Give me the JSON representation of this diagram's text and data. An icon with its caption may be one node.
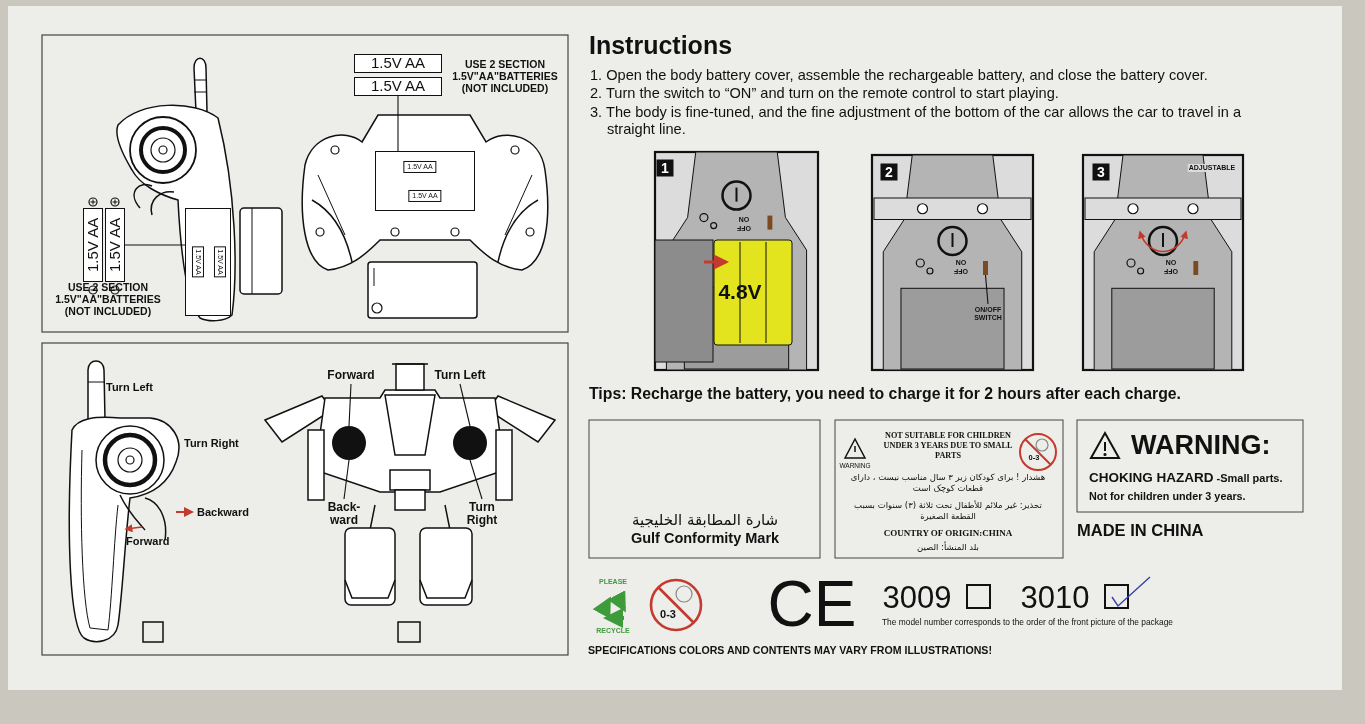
{
  "diagram": {
    "title": "Instructions",
    "nodes": [
      {
        "text": [
          "1.5V AA"
        ]
      },
      {
        "text": [
          "1.5V AA"
        ]
      },
      {
        "text": [],
        "shape": "box"
      },
      {
        "text": [
          "1.5V AA"
        ]
      },
      {
        "text": [
          "1.5V AA"
        ]
      },
      {
        "text": [],
        "shape": "box"
      },
      {
        "text": [
          "ON/OFF SWITCH"
        ]
      },
      {
        "text": [
          "Forward"
        ]
      },
      {
        "text": [
          "Turn Left"
        ]
      },
      {
        "text": [],
        "shape": "circle"
      },
      {
        "text": [],
        "shape": "circle"
      },
      {
        "text": [
          "Back- ward"
        ]
      },
      {
        "text": [
          "Turn Right"
        ]
      },
      {
        "text": [],
        "shape": "box"
      }
    ],
    "edges": [
      {
        "from": 1,
        "to": 2,
        "arrow": "none"
      },
      {
        "from": 4,
        "to": 5,
        "arrow": "none"
      },
      {
        "from": 6,
        "to": 13,
        "arrow": "none"
      },
      {
        "from": 7,
        "to": 9,
        "arrow": "none"
      },
      {
        "from": 11,
        "to": 9,
        "arrow": "none"
      },
      {
        "from": 8,
        "to": 10,
        "arrow": "none"
      },
      {
        "from": 12,
        "to": 10,
        "arrow": "none"
      }
    ],
    "labels": [
      "USE 2 SECTION 1.5V\"AA\"BATTERIES (NOT INCLUDED)",
      "USE 2 SECTION 1.5V\"AA\"BATTERIES (NOT INCLUDED)",
      "1.5V AA",
      "1.5V AA",
      "1.5V AA",
      "1.5V AA",
      "Turn Left",
      "Turn Right",
      "Backward",
      "Forward",
      "1. Open the body battery cover, assemble the rechargeable battery, and close the battery cover.",
      "2. Turn the switch to “ON” and turn on the remote control to start playing.",
      "3. The body is fine-tuned, and the fine adjustment of the bottom of the car allows the car to travel in a straight line.",
      "1",
      "2",
      "3",
      "4.8V",
      "ON",
      "OFF",
      "ON",
      "OFF",
      "ON",
      "OFF",
      "ADJUSTABLE",
      "Tips: Recharge the battery, you need to charge it for 2 hours after each charge.",
      "شارة المطابقة الخليجية",
      "Gulf Conformity Mark",
      "WARNING",
      "NOT SUITABLE FOR CHILDREN UNDER 3 YEARS DUE TO SMALL PARTS",
      "0-3",
      "هشدار ! برای کودکان زیر ۳ سال مناسب نیست ، دارای قطعات کوچک است",
      "تحذير: غير ملائم للأطفال تحت ثلاثة (٣) سنوات بسبب القطعة الصغيرة",
      "COUNTRY OF ORIGIN:CHINA",
      "بلد المنشأ: الصين",
      "WARNING:",
      "CHOKING HAZARD",
      "-Small parts.",
      "Not for children under 3 years.",
      "MADE IN CHINA",
      "PLEASE",
      "RECYCLE",
      "0-3",
      "CE",
      "3009",
      "3010",
      "The model number corresponds to the order of the front picture of the package",
      "SPECIFICATIONS COLORS AND CONTENTS MAY VARY FROM ILLUSTRATIONS!"
    ]
  }
}
